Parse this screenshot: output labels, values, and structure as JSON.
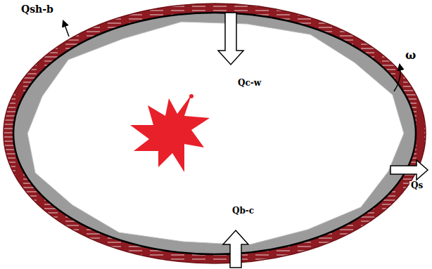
{
  "diagram": {
    "labels": [
      "Qsh-b",
      "Qc-w",
      "ω",
      "Qs",
      "Qb-c"
    ]
  }
}
